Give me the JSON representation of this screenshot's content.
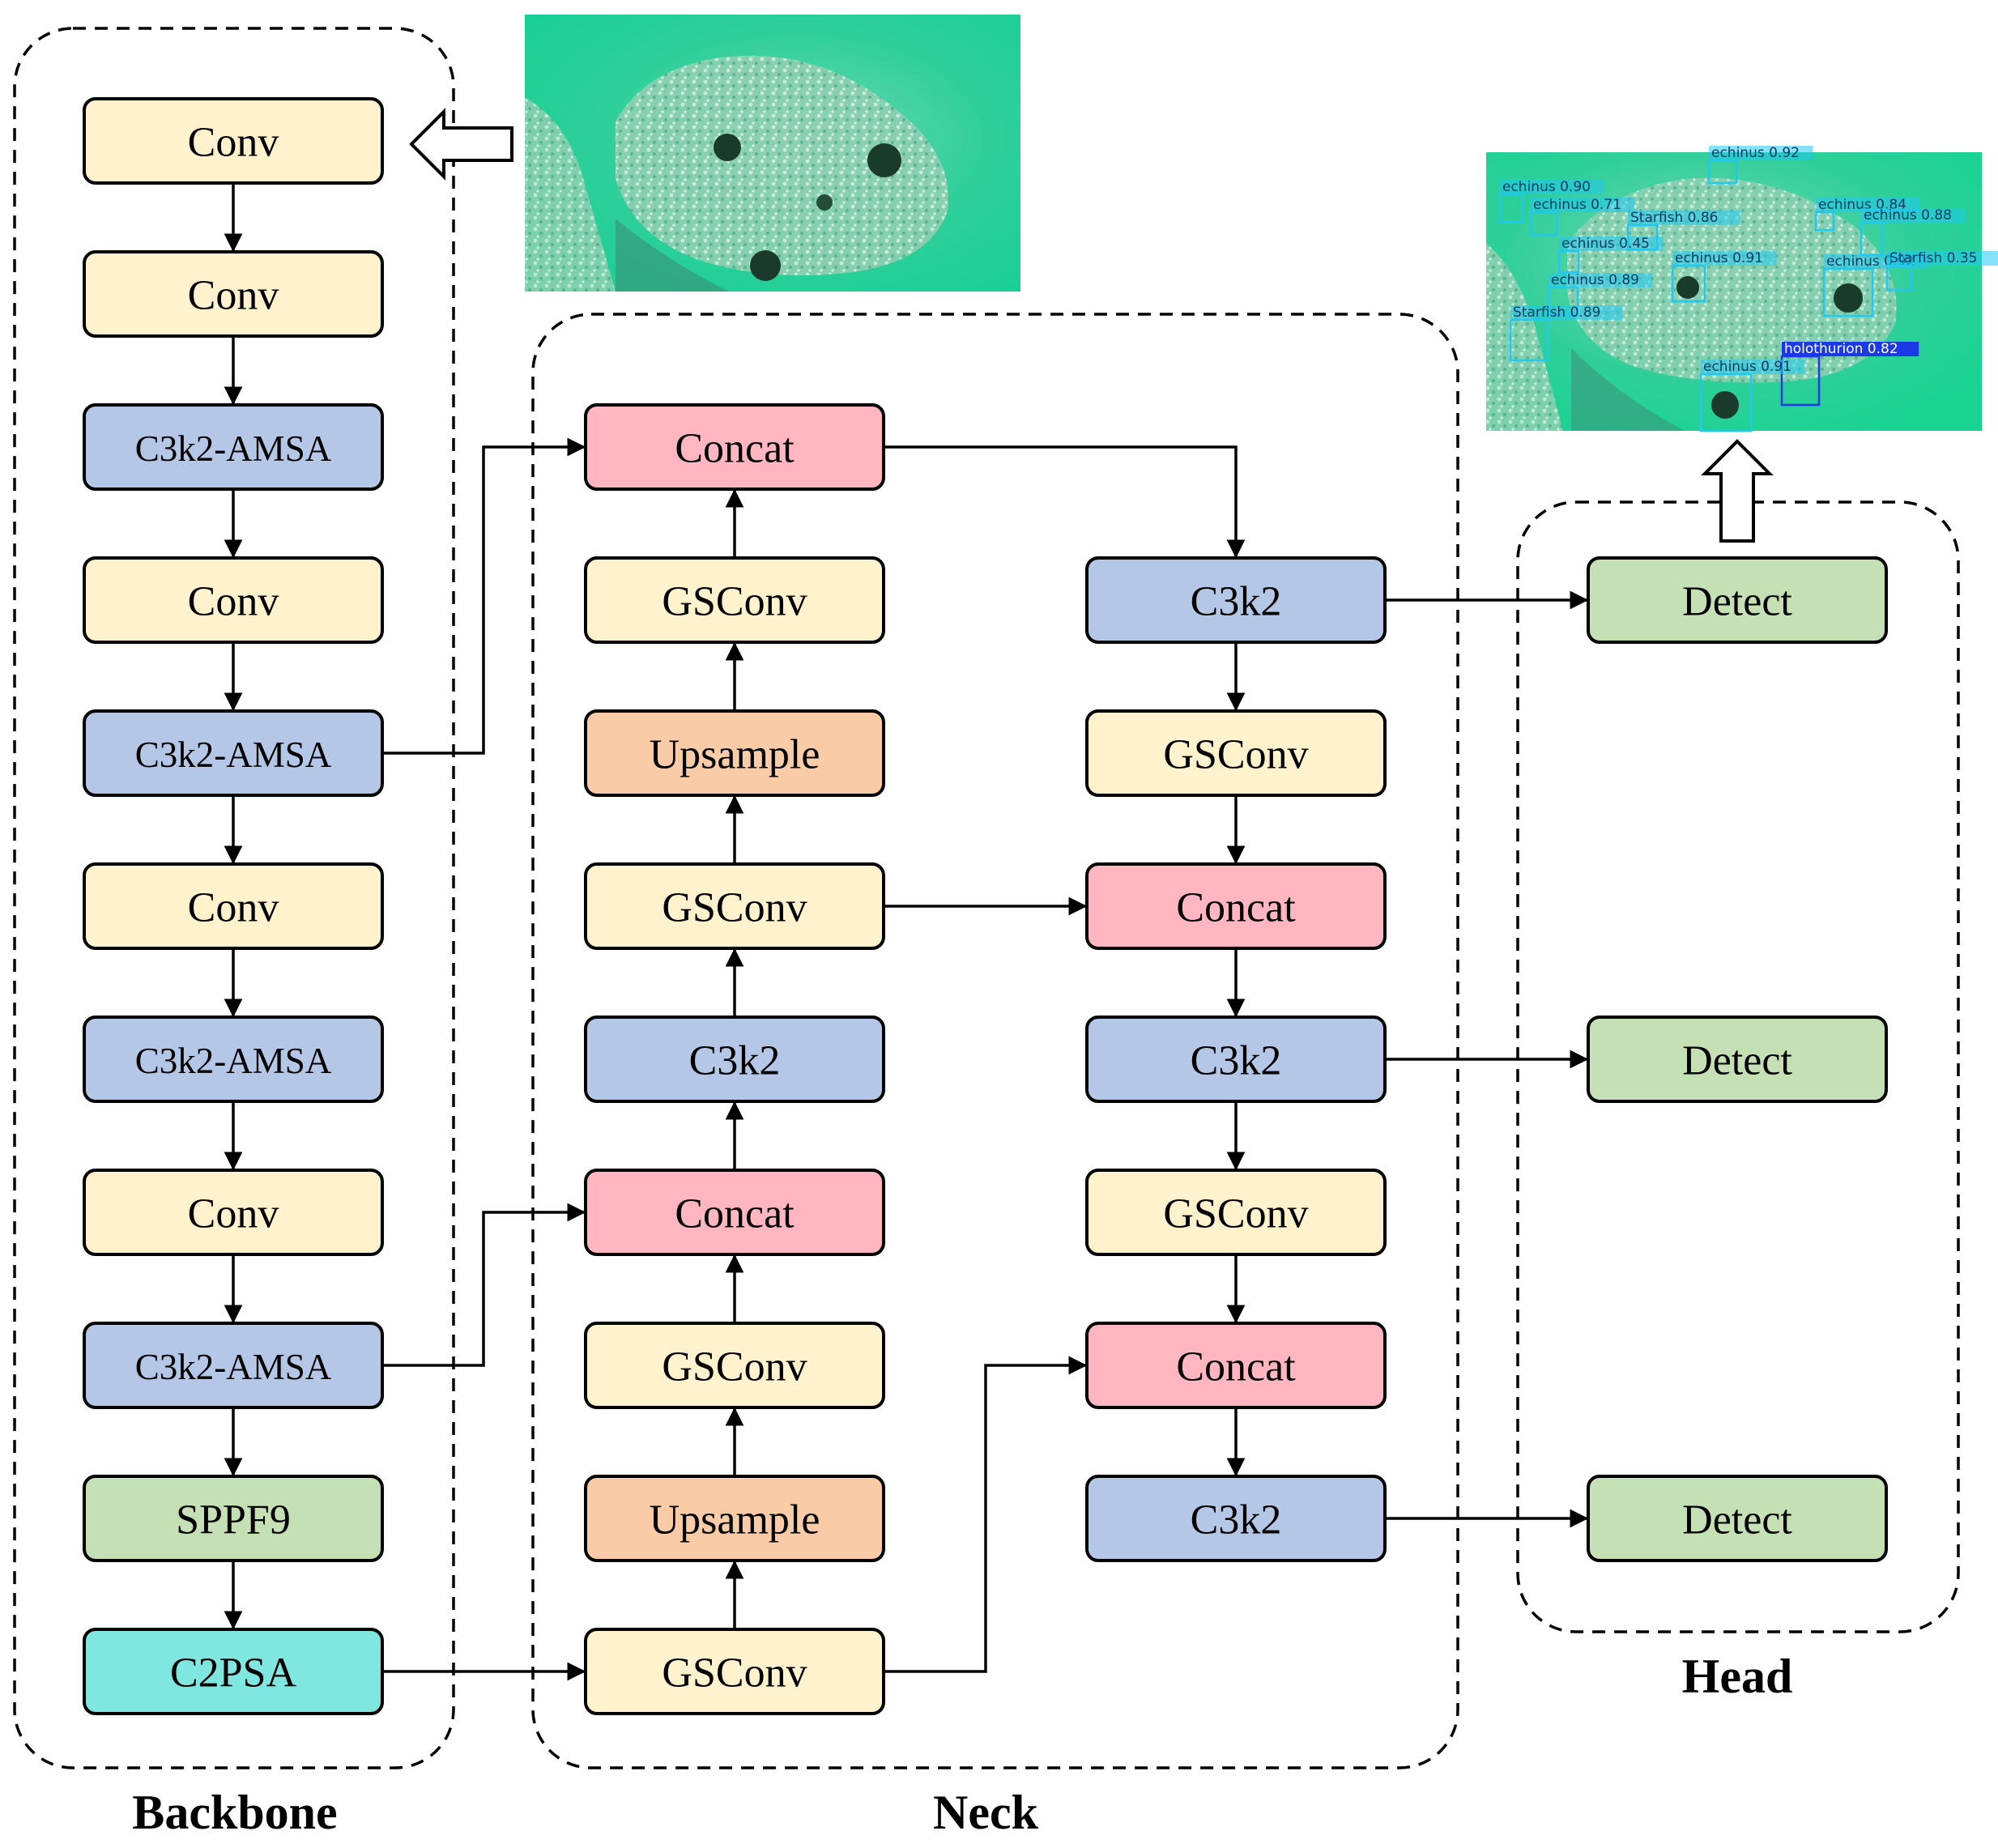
{
  "groups": {
    "backbone": "Backbone",
    "neck": "Neck",
    "head": "Head"
  },
  "colors": {
    "conv": "#fff2cc",
    "c3k2": "#b4c7e7",
    "concat": "#ffb6c1",
    "upsample": "#f9cba7",
    "sppf": "#c5e0b4",
    "c2psa": "#7fe6e0",
    "detect": "#c5e0b4",
    "water": "#1fd69a",
    "box_cyan": "#21c8f0",
    "box_blue": "#1c39e8"
  },
  "nodes": {
    "b1": "Conv",
    "b2": "Conv",
    "b3": "C3k2-AMSA",
    "b4": "Conv",
    "b5": "C3k2-AMSA",
    "b6": "Conv",
    "b7": "C3k2-AMSA",
    "b8": "Conv",
    "b9": "C3k2-AMSA",
    "b10": "SPPF9",
    "b11": "C2PSA",
    "n1": "Concat",
    "n2": "GSConv",
    "n3": "Upsample",
    "n4": "GSConv",
    "n5": "C3k2",
    "n6": "Concat",
    "n7": "GSConv",
    "n8": "Upsample",
    "n9": "GSConv",
    "m1": "C3k2",
    "m2": "GSConv",
    "m3": "Concat",
    "m4": "C3k2",
    "m5": "GSConv",
    "m6": "Concat",
    "m7": "C3k2",
    "d1": "Detect",
    "d2": "Detect",
    "d3": "Detect"
  },
  "input_image": {
    "icon": "underwater-scene-image"
  },
  "output_image": {
    "icon": "detection-result-image",
    "detections": [
      "echinus 0.92",
      "echinus 0.90",
      "echinus 0.71",
      "Starfish 0.86",
      "echinus 0.84",
      "echinus 0.88",
      "echinus 0.45",
      "echinus 0.91",
      "echinus 0.92",
      "Starfish 0.35",
      "echinus 0.89",
      "Starfish 0.89",
      "holothurion 0.82",
      "echinus 0.91"
    ]
  }
}
